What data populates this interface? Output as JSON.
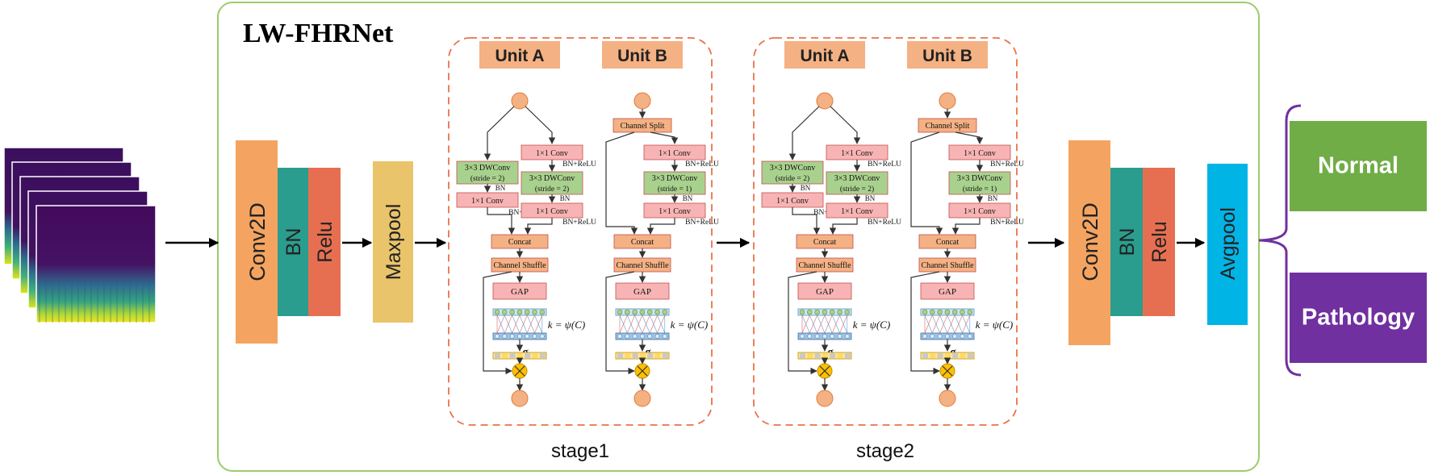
{
  "title": "LW-FHRNet",
  "input": {
    "layer_count": 5
  },
  "stem": {
    "conv": "Conv2D",
    "bn": "BN",
    "relu": "Relu",
    "pool": "Maxpool"
  },
  "stages": [
    {
      "label": "stage1",
      "unit_a": {
        "title": "Unit A",
        "left_dwconv": [
          "3×3 DWConv",
          "(stride = 2)"
        ],
        "left_bn": "BN",
        "left_conv": "1×1 Conv",
        "left_bnrelu": "BN+ReLU",
        "right_conv1": "1×1 Conv",
        "right_bnrelu1": "BN+ReLU",
        "right_dwconv": [
          "3×3 DWConv",
          "(stride = 2)"
        ],
        "right_bn": "BN",
        "right_conv2": "1×1 Conv",
        "right_bnrelu2": "BN+ReLU",
        "concat": "Concat",
        "shuffle": "Channel Shuffle",
        "gap": "GAP",
        "k": "k = ψ(C)",
        "sigma": "σ"
      },
      "unit_b": {
        "title": "Unit B",
        "split": "Channel Split",
        "conv1": "1×1 Conv",
        "bnrelu1": "BN+ReLU",
        "dwconv": [
          "3×3 DWConv",
          "(stride = 1)"
        ],
        "bn": "BN",
        "conv2": "1×1 Conv",
        "bnrelu2": "BN+ReLU",
        "concat": "Concat",
        "shuffle": "Channel Shuffle",
        "gap": "GAP",
        "k": "k = ψ(C)",
        "sigma": "σ"
      }
    },
    {
      "label": "stage2",
      "unit_a": {
        "title": "Unit A",
        "left_dwconv": [
          "3×3 DWConv",
          "(stride = 2)"
        ],
        "left_bn": "BN",
        "left_conv": "1×1 Conv",
        "left_bnrelu": "BN+ReLU",
        "right_conv1": "1×1 Conv",
        "right_bnrelu1": "BN+ReLU",
        "right_dwconv": [
          "3×3 DWConv",
          "(stride = 2)"
        ],
        "right_bn": "BN",
        "right_conv2": "1×1 Conv",
        "right_bnrelu2": "BN+ReLU",
        "concat": "Concat",
        "shuffle": "Channel Shuffle",
        "gap": "GAP",
        "k": "k = ψ(C)",
        "sigma": "σ"
      },
      "unit_b": {
        "title": "Unit B",
        "split": "Channel Split",
        "conv1": "1×1 Conv",
        "bnrelu1": "BN+ReLU",
        "dwconv": [
          "3×3 DWConv",
          "(stride = 1)"
        ],
        "bn": "BN",
        "conv2": "1×1 Conv",
        "bnrelu2": "BN+ReLU",
        "concat": "Concat",
        "shuffle": "Channel Shuffle",
        "gap": "GAP",
        "k": "k = ψ(C)",
        "sigma": "σ"
      }
    }
  ],
  "head": {
    "conv": "Conv2D",
    "bn": "BN",
    "relu": "Relu",
    "pool": "Avgpool"
  },
  "outputs": [
    "Normal",
    "Pathology"
  ],
  "colors": {
    "frame": "#9dcb6e",
    "conv": "#f4a460",
    "bn": "#2a9d8f",
    "relu": "#e76f51",
    "maxpool": "#e9c46a",
    "avgpool": "#00b4e6",
    "unit_title": "#f4b183",
    "pink": "#f8b4b4",
    "green_box": "#a9d18e",
    "stage_dash": "#e8734a",
    "normal": "#70ad47",
    "pathology": "#7030a0",
    "brace": "#7030a0"
  }
}
